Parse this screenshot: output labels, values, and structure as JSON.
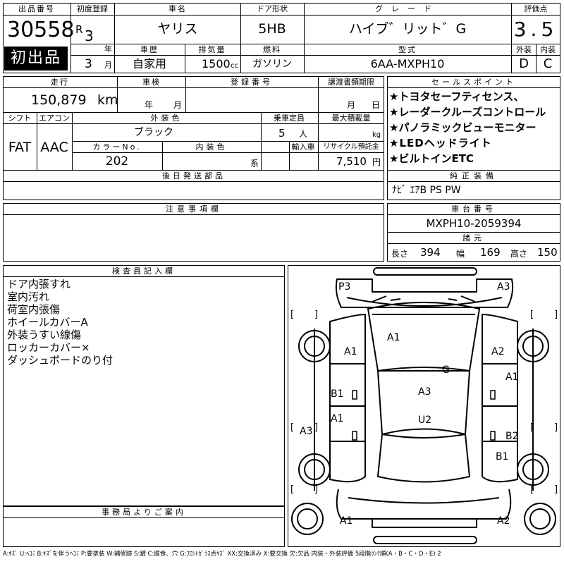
{
  "top": {
    "listing_number_label": "出品番号",
    "listing_number": "30558",
    "first_listing_badge": "初出品",
    "first_reg_label": "初度登録",
    "era": "R",
    "year_num": "3",
    "year_unit": "年",
    "month_num": "3",
    "month_unit": "月",
    "car_name_label": "車名",
    "car_name": "ヤリス",
    "door_label": "ドア形状",
    "door_value": "5HB",
    "grade_label": "グレード",
    "grade_value": "ハイブ゛リット゛G",
    "score_label": "評価点",
    "score_value": "3.5",
    "history_label": "車歴",
    "history_value": "自家用",
    "displacement_label": "排気量",
    "displacement_value": "1500",
    "displacement_unit": "cc",
    "fuel_label": "燃料",
    "fuel_value": "ガソリン",
    "model_label": "型式",
    "model_value": "6AA-MXPH10",
    "exterior_label": "外装",
    "exterior_grade": "D",
    "interior_label": "内装",
    "interior_grade": "C"
  },
  "second": {
    "mileage_label": "走行",
    "mileage_value": "150,879",
    "mileage_unit": "km",
    "inspection_label": "車検",
    "inspection_year": "年",
    "inspection_month": "月",
    "reg_no_label": "登録番号",
    "transfer_label": "譲渡書類期限",
    "transfer_month": "月",
    "transfer_day": "日",
    "shift_label": "シフト",
    "shift_value": "FAT",
    "ac_label": "エアコン",
    "ac_value": "AAC",
    "ext_color_label": "外装色",
    "ext_color_value": "ブラック",
    "capacity_label": "乗車定員",
    "capacity_value": "5",
    "capacity_unit": "人",
    "max_load_label": "最大積載量",
    "max_load_unit": "kg",
    "color_no_label": "カラーNo.",
    "color_no_value": "202",
    "int_color_label": "内装色",
    "int_color_unit": "系",
    "import_label": "輸入車",
    "recycle_label": "リサイクル預託金",
    "recycle_value": "7,510",
    "recycle_unit": "円",
    "later_parts_label": "後日発送部品"
  },
  "sales": {
    "label": "セールスポイント",
    "points": [
      "★トヨタセーフティセンス、",
      "★レーダークルーズコントロール",
      "★パノラミックビューモニター",
      "★LEDヘッドライト",
      "★ビルトインETC"
    ],
    "equipment_label": "純正装備",
    "equipment_value": "ﾅﾋﾞ ｴｱB PS PW"
  },
  "notes": {
    "label": "注意事項欄"
  },
  "chassis": {
    "label": "車台番号",
    "value": "MXPH10-2059394",
    "specs_label": "諸元",
    "length_label": "長さ",
    "length_value": "394",
    "width_label": "幅",
    "width_value": "169",
    "height_label": "高さ",
    "height_value": "150"
  },
  "inspector": {
    "label": "検査員記入欄",
    "lines": [
      "ドア内張すれ",
      "室内汚れ",
      "荷室内張傷",
      "ホイールカバーA",
      "外装うすい線傷",
      "ロッカーカバー×",
      "ダッシュボードのり付"
    ]
  },
  "office": {
    "label": "事務局よりご案内"
  },
  "diagram": {
    "marks": {
      "p3": "P3",
      "a3_top_right": "A3",
      "a1_roof": "A1",
      "a1_left_front": "A1",
      "a2_right_front": "A2",
      "g_windshield": "G",
      "a1_right_door": "A1",
      "b1_left_door": "B1",
      "a3_center": "A3",
      "a1_left_rear": "A1",
      "u2_center": "U2",
      "a3_left_wheel": "A3",
      "b2_right_rear": "B2",
      "b1_right_wheel": "B1",
      "a1_bottom_left": "A1",
      "a2_bottom_right": "A2"
    },
    "bracket_left": "[",
    "bracket_right": "]",
    "zero": "0"
  },
  "legend": "A:ｷｽﾞ U:ﾍｺﾐ B:ｷｽﾞを伴うﾍｺﾐ P:要塗装 W:補修跡 S:錆 C:腐食、穴 G:ﾌﾛﾝﾄｶﾞﾗｽ点ｷｽﾞ XX:交換済み X:要交換 欠:欠品 内装・外装評価 5段階ﾗﾝｸ順(A・B・C・D・E) 2"
}
